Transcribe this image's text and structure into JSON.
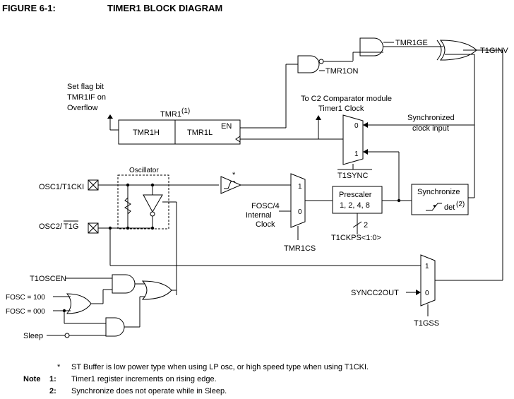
{
  "figure": {
    "number": "FIGURE 6-1:",
    "title": "TIMER1 BLOCK DIAGRAM"
  },
  "labels": {
    "tmr1ge": "TMR1GE",
    "t1ginv": "T1GINV",
    "tmr1on": "TMR1ON",
    "flag1": "Set flag bit",
    "flag2": "TMR1IF on",
    "flag3": "Overflow",
    "comp1": "To C2 Comparator module",
    "comp2": "Timer1 Clock",
    "tmr1": "TMR1",
    "tmr1_sup": "(1)",
    "tmr1h": "TMR1H",
    "tmr1l": "TMR1L",
    "en": "EN",
    "sync_in1": "Synchronized",
    "sync_in2": "clock input",
    "mux_top0": "0",
    "mux_top1": "1",
    "t1sync": "T1SYNC",
    "oscillator": "Oscillator",
    "osc1": "OSC1/T1CKI",
    "osc2_pre": "OSC2/",
    "osc2_bar": "T1G",
    "star": "*",
    "mux_mid1": "1",
    "mux_mid0": "0",
    "fosc4_1": "FOSC/4",
    "fosc4_2": "Internal",
    "fosc4_3": "Clock",
    "tmr1cs": "TMR1CS",
    "prescaler": "Prescaler",
    "prescaler_vals": "1, 2, 4, 8",
    "synchronize": "Synchronize",
    "det": "det",
    "det_sup": "(2)",
    "bus_width": "2",
    "t1ckps": "T1CKPS<1:0>",
    "t1oscen": "T1OSCEN",
    "fosc_100": "FOSC = 100",
    "fosc_000": "FOSC = 000",
    "sleep": "Sleep",
    "mux_bot1": "1",
    "mux_bot0": "0",
    "syncc2out": "SYNCC2OUT",
    "t1gss": "T1GSS"
  },
  "notes": {
    "star_mark": "*",
    "star_text": "ST Buffer is low power type when using LP osc, or high speed type when using T1CKI.",
    "note_label": "Note",
    "n1_num": "1:",
    "n1_text": "Timer1 register increments on rising edge.",
    "n2_num": "2:",
    "n2_text": "Synchronize does not operate while in Sleep."
  }
}
